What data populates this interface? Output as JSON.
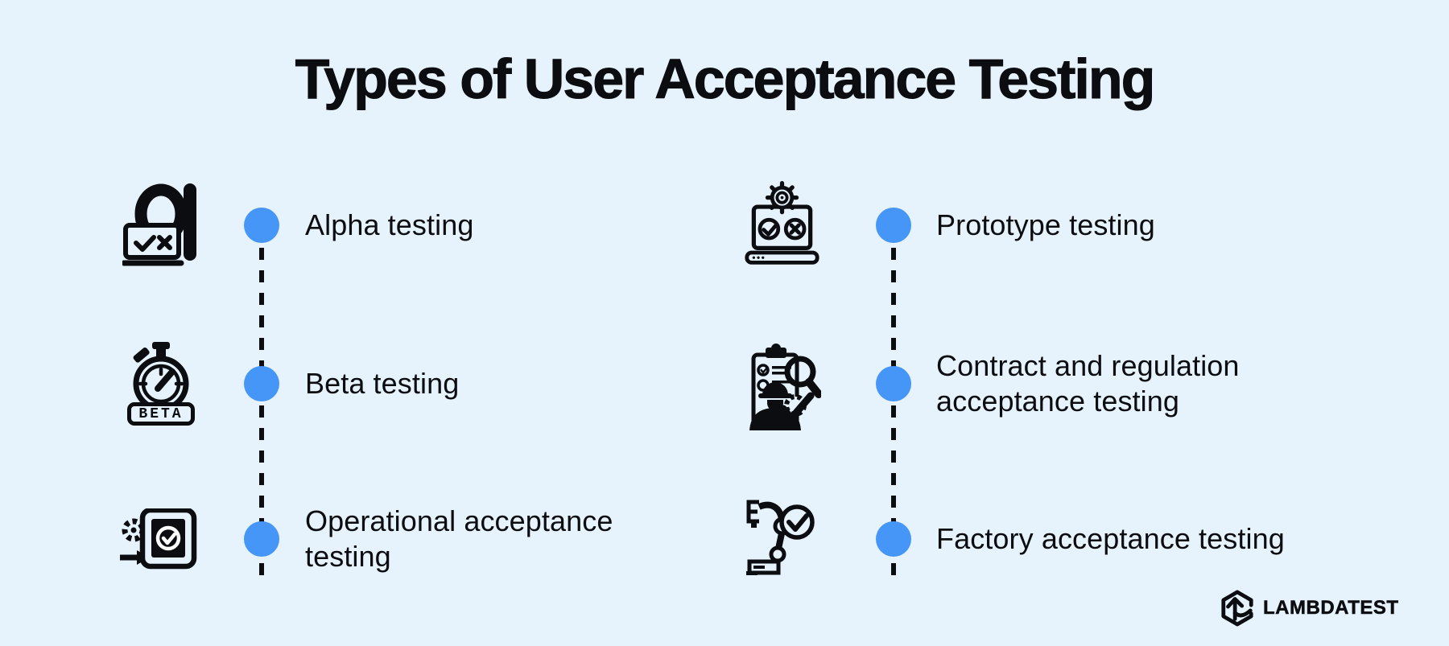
{
  "title": "Types of User Acceptance Testing",
  "columns": {
    "left": {
      "items": [
        {
          "label": "Alpha testing",
          "icon": "alpha-symbol-laptop-check-icon"
        },
        {
          "label": "Beta testing",
          "icon": "beta-stopwatch-icon",
          "badge": "BETA"
        },
        {
          "label": "Operational acceptance testing",
          "icon": "system-box-check-gear-arrow-icon"
        }
      ]
    },
    "right": {
      "items": [
        {
          "label": "Prototype testing",
          "icon": "laptop-gear-check-cross-icon"
        },
        {
          "label": "Contract and regulation acceptance testing",
          "icon": "clipboard-magnifier-engineer-check-icon"
        },
        {
          "label": "Factory acceptance testing",
          "icon": "robotic-arm-check-icon"
        }
      ]
    }
  },
  "footer": {
    "brand_name": "LAMBDATEST"
  },
  "colors": {
    "background": "#E7F3FC",
    "dot": "#4596F6",
    "ink": "#0C0D10"
  }
}
